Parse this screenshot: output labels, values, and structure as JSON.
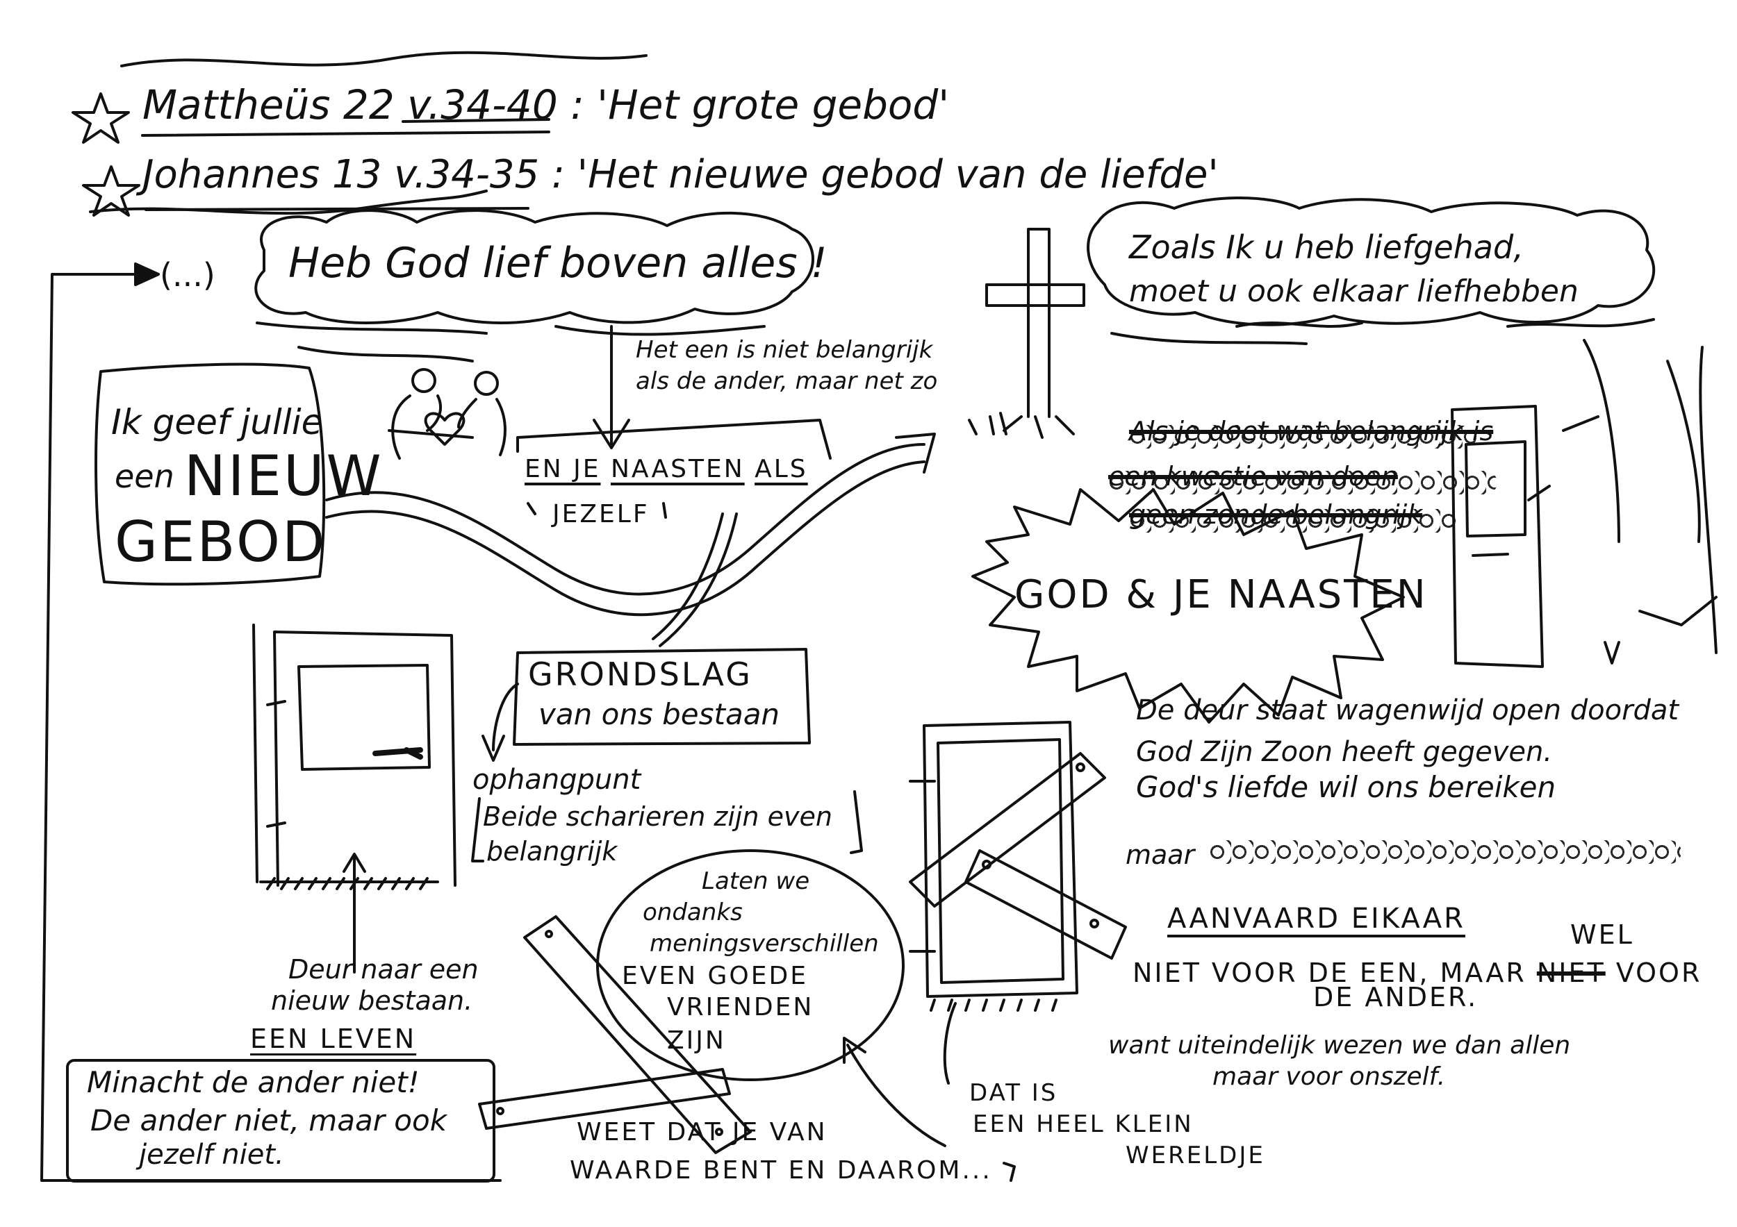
{
  "references": [
    {
      "book": "Mattheüs 22",
      "verses": "v.34-40",
      "title": ": 'Het grote gebod'"
    },
    {
      "book": "Johannes 13",
      "verses": "v.34-35",
      "title": ": 'Het nieuwe gebod van de liefde'"
    }
  ],
  "ellipsis": "(...)",
  "cloud_left": "Heb God lief boven alles !",
  "cloud_right": {
    "line1": "Zoals Ik u heb liefgehad,",
    "line2": "moet u ook elkaar liefhebben"
  },
  "note_important": {
    "line1": "Het een is niet belangrijk",
    "line2": "als de ander, maar net zo"
  },
  "new_commandment": {
    "line1": "Ik geef jullie",
    "line2": "een",
    "line3": "NIEUW",
    "line4": "GEBOD"
  },
  "neighbour": {
    "line1a": "EN JE",
    "line1b": "NAASTEN",
    "line1c": "ALS",
    "line2": "JEZELF"
  },
  "crossed_lines": [
    "Als je doet wat belangrijk is",
    "een kwestie van doen",
    "geen zonde belangrijk"
  ],
  "god_neighbours": "GOD & JE NAASTEN",
  "grondslag": {
    "line1": "GRONDSLAG",
    "line2": "van ons bestaan"
  },
  "ophangpunt": "ophangpunt",
  "both_pillars": {
    "line1": "Beide scharieren zijn even",
    "line2": "belangrijk"
  },
  "door_open": {
    "line1": "De deur staat wagenwijd open doordat",
    "line2a": "God",
    "line2b": "Zijn Zoon heeft gegeven.",
    "line3": "God's liefde wil ons bereiken"
  },
  "maar_scribbled": "maar",
  "accept": "AANVAARD EIKAAR",
  "for_other": {
    "line1a": "NIET VOOR DE EEN, MAAR",
    "wel": "WEL",
    "niet": "NIET",
    "voor": "VOOR",
    "line2": "DE ANDER."
  },
  "because": {
    "line1": "want uiteindelijk wezen we dan allen",
    "line2": "maar voor onszelf."
  },
  "bubble": {
    "line1": "Laten we",
    "line2": "ondanks",
    "line3": "meningsverschillen",
    "line4": "EVEN GOEDE",
    "line5": "VRIENDEN",
    "line6": "ZIJN"
  },
  "door_caption": {
    "line1": "Deur naar een",
    "line2": "nieuw bestaan."
  },
  "een_leven": "EEN LEVEN",
  "despise": {
    "line1": "Minacht de ander niet!",
    "line2": "De ander niet, maar ook",
    "line3": "jezelf niet."
  },
  "weet": {
    "line1": "WEET DAT JE VAN",
    "line2": "WAARDE BENT EN DAAROM..."
  },
  "dat_is": {
    "line1": "DAT IS",
    "line2": "EEN HEEL KLEIN",
    "line3": "WERELDJE"
  },
  "ink_color": "#111111"
}
